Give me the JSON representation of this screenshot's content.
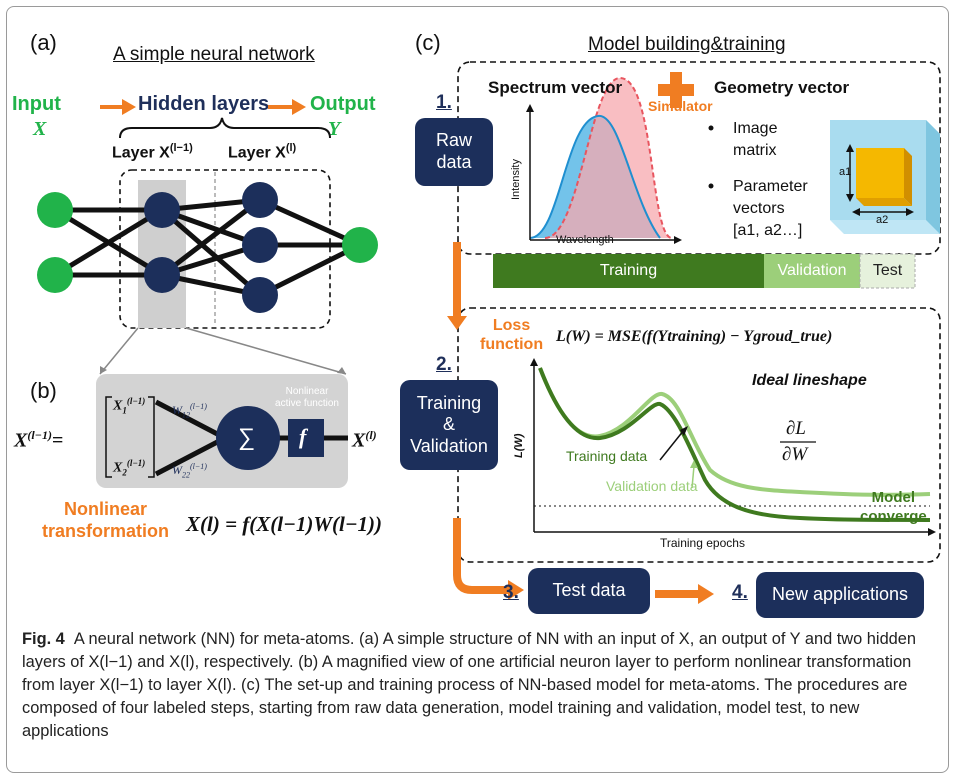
{
  "panel_a": {
    "label": "(a)",
    "title": "A simple neural network",
    "input_label": "Input",
    "input_symbol": "X",
    "hidden_label": "Hidden layers",
    "output_label": "Output",
    "output_symbol": "Y",
    "layer_prev": "Layer X",
    "layer_prev_sup": "(l−1)",
    "layer_cur": "Layer X",
    "layer_cur_sup": "(l)"
  },
  "panel_b": {
    "label": "(b)",
    "input_var": "X",
    "input_var_sup": "(l−1)",
    "vec_top": "X",
    "vec_top_sub": "1",
    "vec_top_sup": "(l−1)",
    "vec_bot": "X",
    "vec_bot_sub": "2",
    "vec_bot_sup": "(l−1)",
    "w_top": "W",
    "w_top_sub": "12",
    "w_top_sup": "(l−1)",
    "w_bot": "W",
    "w_bot_sub": "22",
    "w_bot_sup": "(l−1)",
    "sum_symbol": "∑",
    "func_symbol": "f",
    "nonlinear_note_1": "Nonlinear",
    "nonlinear_note_2": "active function",
    "output_var": "X",
    "output_var_sup": "(l)",
    "transform_1": "Nonlinear",
    "transform_2": "transformation",
    "equation": "X(l) = f(X(l−1)W(l−1))"
  },
  "panel_c": {
    "label": "(c)",
    "title": "Model building&training",
    "step1": "1.",
    "raw_data_1": "Raw",
    "raw_data_2": "data",
    "spectrum_vector": "Spectrum vector",
    "simulator": "Simulator",
    "geometry_vector": "Geometry vector",
    "intensity": "Intensity",
    "wavelength": "Wavelength",
    "image_matrix_1": "Image",
    "image_matrix_2": "matrix",
    "param_1": "Parameter",
    "param_2": "vectors",
    "param_3": "[a1, a2…]",
    "a1": "a1",
    "a2": "a2",
    "split_training": "Training",
    "split_validation": "Validation",
    "split_test": "Test",
    "step2": "2.",
    "train_val_1": "Training",
    "train_val_2": "&",
    "train_val_3": "Validation",
    "loss_1": "Loss",
    "loss_2": "function",
    "loss_eq": "L(W) = MSE(f(Ytraining) − Ygroud_true)",
    "ideal": "Ideal lineshape",
    "ylabel": "L(W)",
    "xlabel": "Training epochs",
    "training_data": "Training data",
    "validation_data": "Validation data",
    "derivative_num": "∂L",
    "derivative_den": "∂W",
    "model_1": "Model",
    "model_2": "converge",
    "step3": "3.",
    "test_data": "Test data",
    "step4": "4.",
    "new_apps": "New applications"
  },
  "caption": {
    "fig": "Fig. 4",
    "text": "A neural network (NN) for meta-atoms. (a) A simple structure of NN with an input of X, an output of Y and two hidden layers of X(l−1) and X(l), respectively. (b) A magnified view of one artificial neuron layer to perform nonlinear transformation from layer X(l−1) to layer X(l). (c) The set-up and training process of NN-based model for meta-atoms. The procedures are composed of four labeled steps, starting from raw data generation, model training and validation, model test, to new applications"
  },
  "colors": {
    "navy": "#1c2f5b",
    "green_node": "#21b34a",
    "orange": "#f07d22",
    "train_green": "#3f7a1f",
    "val_green": "#9ccf7a",
    "pink": "#f7a8ae",
    "blue": "#5bb8e6"
  }
}
